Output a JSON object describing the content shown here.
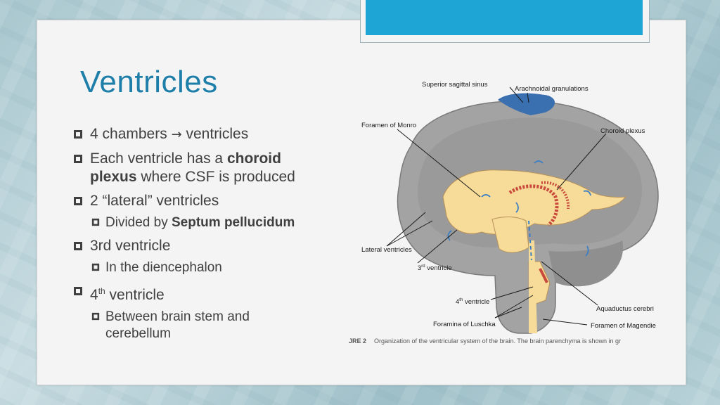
{
  "title": "Ventricles",
  "bullets": {
    "b1": "4 chambers",
    "b1_arrow": "→",
    "b1_end": " ventricles",
    "b2_pre": "Each ventricle has a ",
    "b2_bold1": "choroid",
    "b2_bold2": "plexus",
    "b2_post": " where CSF is produced",
    "b3": "2 “lateral” ventricles",
    "b3_sub_pre": " Divided by ",
    "b3_sub_bold": "Septum pellucidum",
    "b4": "3rd ventricle",
    "b4_sub": "In the diencephalon",
    "b5_pre": "4",
    "b5_sup": "th",
    "b5_post": " ventricle",
    "b5_sub": "Between brain stem and cerebellum"
  },
  "diagram_labels": {
    "superior_sagittal_sinus": "Superior sagittal sinus",
    "arachnoidal_granulations": "Arachnoidal granulations",
    "foramen_of_monro": "Foramen of Monro",
    "choroid_plexus": "Choroid plexus",
    "lateral_ventricles": "Lateral ventricles",
    "third_ventricle_pre": "3",
    "third_ventricle_sup": "rd",
    "third_ventricle_post": " ventricle",
    "fourth_ventricle_pre": "4",
    "fourth_ventricle_sup": "th",
    "fourth_ventricle_post": " ventricle",
    "aquaductus_cerebri": "Aquaductus cerebri",
    "foramina_of_luschka": "Foramina of Luschka",
    "foramen_of_magendie": "Foramen of Magendie",
    "caption_figure": "JRE 2",
    "caption_text": "Organization of the ventricular system of the brain. The brain parenchyma is shown in gr"
  },
  "colors": {
    "title": "#1d7fa9",
    "accent_bar": "#1fa4d6",
    "brain_gray": "#a3a3a3",
    "ventricle_fill": "#f6dc98",
    "choroid_red": "#c94a3c",
    "sinus_blue": "#3a6fb0",
    "flow_arrow": "#3d7fc4"
  },
  "icons": {
    "bullet": "bullet-box-icon"
  }
}
